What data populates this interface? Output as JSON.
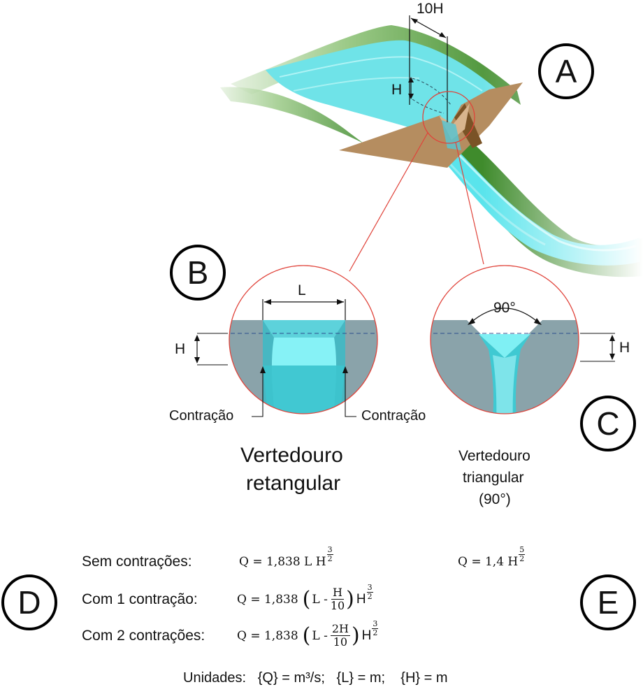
{
  "labels": {
    "dist_10h": "10H",
    "h_top": "H",
    "h_left": "H",
    "h_right": "H",
    "l": "L",
    "angle": "90°",
    "contraction_left": "Contração",
    "contraction_right": "Contração",
    "rect_title_1": "Vertedouro",
    "rect_title_2": "retangular",
    "tri_title_1": "Vertedouro",
    "tri_title_2": "triangular",
    "tri_title_3": "(90°)"
  },
  "badges": {
    "a": "A",
    "b": "B",
    "c": "C",
    "d": "D",
    "e": "E"
  },
  "formulas": {
    "sem": {
      "label": "Sem contrações:",
      "lhs": "Q = 1,838 L H",
      "pow_num": "3",
      "pow_den": "2"
    },
    "tri": {
      "lhs": "Q = 1,4 H",
      "pow_num": "5",
      "pow_den": "2"
    },
    "com1": {
      "label": "Com 1 contração:",
      "lhs": "Q = 1,838",
      "open": "(",
      "inner": "L -",
      "frac_num": "H",
      "frac_den": "10",
      "close": ")",
      "h": "H",
      "pow_num": "3",
      "pow_den": "2"
    },
    "com2": {
      "label": "Com 2 contrações:",
      "lhs": "Q = 1,838",
      "open": "(",
      "inner": "L -",
      "frac_num": "2H",
      "frac_den": "10",
      "close": ")",
      "h": "H",
      "pow_num": "3",
      "pow_den": "2"
    }
  },
  "units": "Unidades:   {Q} = m³/s;   {L} = m;    {H} = m",
  "colors": {
    "water": "#59e4ec",
    "water_dark": "#2fc3cf",
    "grass": "#4c9a35",
    "weir": "#b58d60",
    "weir_dark": "#7a5326",
    "plate": "#8aa3aa",
    "red_line": "#e0433a"
  }
}
